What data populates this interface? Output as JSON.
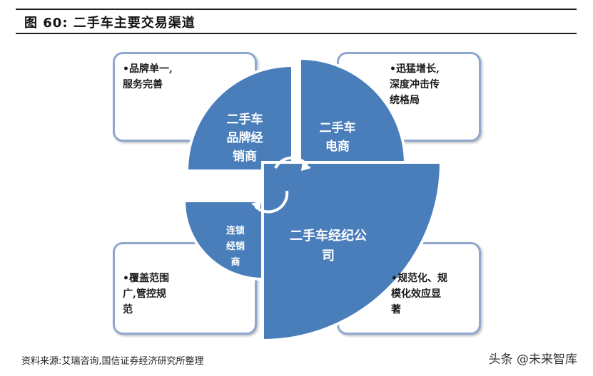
{
  "title": "图 60:  二手车主要交易渠道",
  "boxes": {
    "top_left": "•品牌单一,\n服务完善",
    "top_right": "•迅猛增长,\n深度冲击传\n统格局",
    "bottom_left": "•覆盖范围\n广,管控规\n范",
    "bottom_right": "•规范化、规\n模化效应显\n著"
  },
  "segments": {
    "brand_dealer": "二手车\n品牌经\n销商",
    "ecommerce": "二手车\n电商",
    "chain_dealer": "连锁\n经销\n商",
    "brokerage": "二手车经纪公\n司"
  },
  "colors": {
    "segment_fill": "#4a7ebb",
    "box_border": "#8fa7cf"
  },
  "source": "资料来源:艾瑞咨询,国信证券经济研究所整理",
  "watermark": "头条 @未来智库"
}
